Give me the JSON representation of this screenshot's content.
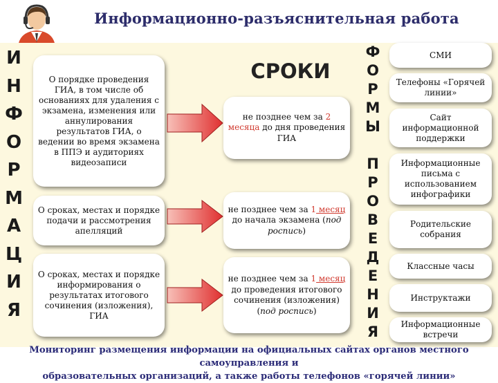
{
  "header": {
    "title": "Информационно-разъяснительная работа"
  },
  "left_vertical_word": [
    "И",
    "Н",
    "Ф",
    "О",
    "Р",
    "М",
    "А",
    "Ц",
    "И",
    "Я"
  ],
  "left_boxes": [
    "О порядке проведения ГИА, в том числе об основаниях для удаления с экзамена, изменения или аннулирования результатов ГИА, о ведении во время экзамена в ППЭ и аудиториях видеозаписи",
    "О сроках, местах и порядке подачи и рассмотрения апелляций",
    "О сроках, местах и порядке информирования о результатах итогового сочинения (изложения), ГИА"
  ],
  "deadlines": {
    "heading": "СРОКИ",
    "items": [
      {
        "pre": "не позднее чем за ",
        "num": "2",
        "unit": " месяца",
        "rest": " до дня проведения ГИА",
        "note": ""
      },
      {
        "pre": "не позднее чем за ",
        "num": "1",
        "unit": " месяц",
        "rest": " до начала экзамена (",
        "note": "под роспись",
        "close": ")"
      },
      {
        "pre": "не позднее чем за ",
        "num": "1",
        "unit": " месяц",
        "rest": " до проведения итогового сочинения (изложения)",
        "note": "под роспись"
      }
    ]
  },
  "right_vertical_word": [
    "Ф",
    "О",
    "Р",
    "М",
    "Ы",
    "",
    "П",
    "Р",
    "О",
    "В",
    "Е",
    "Д",
    "Е",
    "Н",
    "И",
    "Я"
  ],
  "right_boxes": [
    "СМИ",
    "Телефоны «Горячей линии»",
    "Сайт информационной поддержки",
    "Информационные письма с использованием инфографики",
    "Родительские собрания",
    "Классные часы",
    "Инструктажи",
    "Информационные встречи"
  ],
  "footer": {
    "line1": "Мониторинг размещения информации на официальных сайтах органов местного самоуправления и",
    "line2": "образовательных организаций, а также работы телефонов «горячей линии»"
  },
  "colors": {
    "accent_red": "#d0392e",
    "title_navy": "#2d2d6b",
    "background_cream": "#fdf8df",
    "arrow_red": "#e03030"
  },
  "icons": [
    "operator-headset-icon"
  ]
}
